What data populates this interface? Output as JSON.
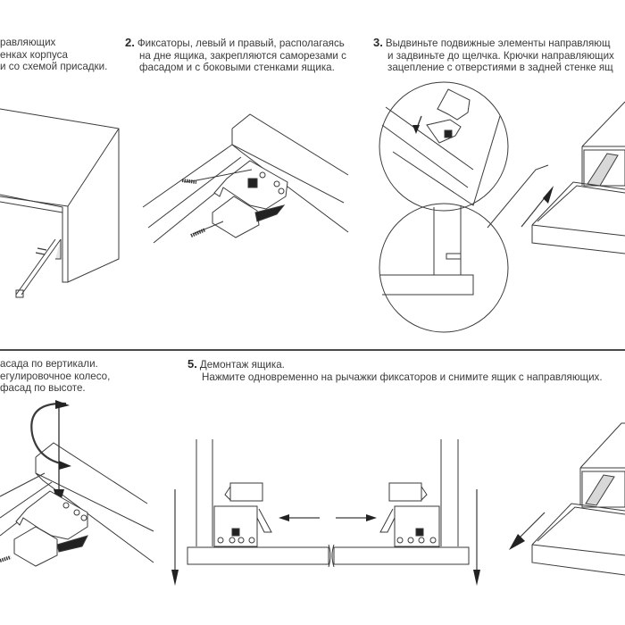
{
  "steps": [
    {
      "number": "",
      "lines": [
        "равляющих",
        "енках корпуса",
        "и со схемой присадки."
      ]
    },
    {
      "number": "2.",
      "lines": [
        "Фиксаторы, левый и правый, располагаясь",
        "на дне ящика, закрепляются саморезами с",
        "фасадом и с боковыми стенками ящика."
      ]
    },
    {
      "number": "3.",
      "lines": [
        "Выдвиньте подвижные элементы направляющ",
        "и задвиньте до щелчка. Крючки направляющих",
        "зацепление с отверстиями в задней стенке ящ"
      ]
    },
    {
      "number": "",
      "lines": [
        "асада по вертикали.",
        "егулировочное колесо,",
        "фасад по высоте."
      ]
    },
    {
      "number": "5.",
      "lines": [
        "Демонтаж ящика.",
        "Нажмите одновременно на рычажки фиксаторов и снимите ящик с направляющих."
      ]
    }
  ],
  "figures": {
    "fig1": "cabinet-with-rail",
    "fig2": "latch-mounting",
    "fig3": "drawer-insertion-with-details",
    "fig4": "height-adjustment",
    "fig5a": "latch-release-front-view",
    "fig5b": "drawer-removal"
  },
  "colors": {
    "ink": "#3a3a3a",
    "shade": "#d8d8d8",
    "dark": "#222222"
  }
}
